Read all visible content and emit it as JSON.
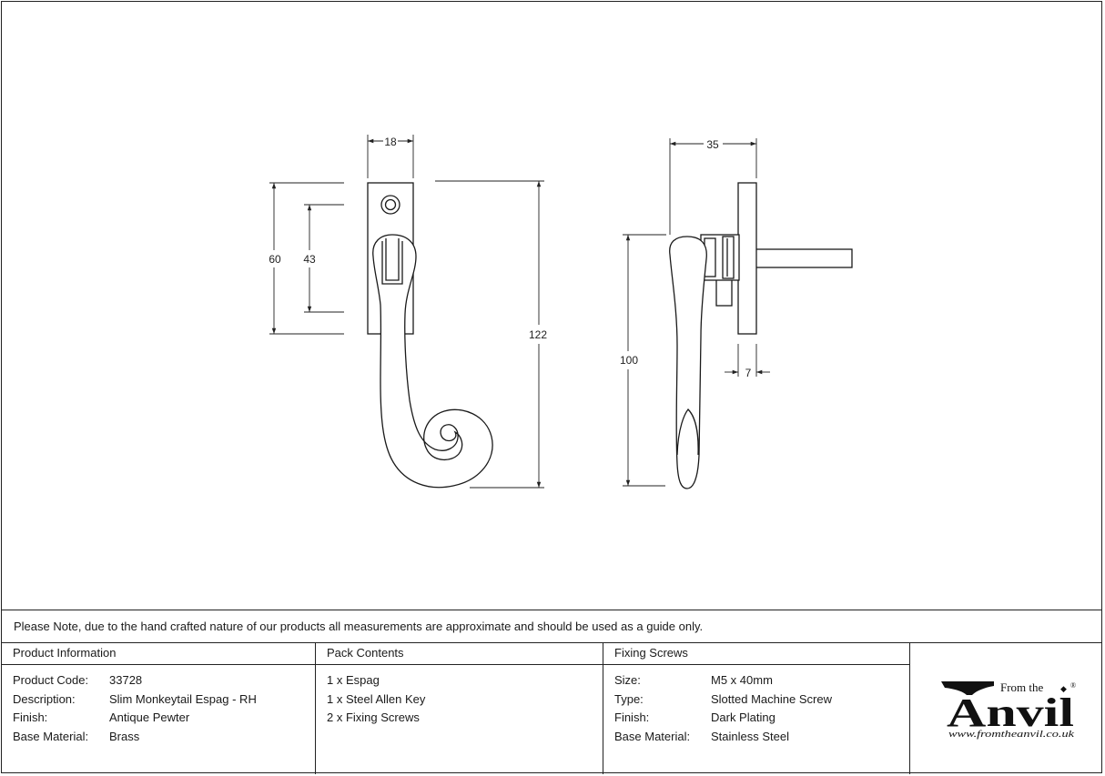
{
  "dimensions": {
    "front_width": "18",
    "front_plate_height": "60",
    "front_screw_spacing": "43",
    "front_total_height": "122",
    "side_depth": "35",
    "side_height": "100",
    "side_spindle_offset": "7"
  },
  "note": "Please Note, due to the hand crafted nature of our products all measurements are approximate and should be used as a guide only.",
  "product_info": {
    "heading": "Product Information",
    "rows": [
      {
        "label": "Product Code:",
        "value": "33728"
      },
      {
        "label": "Description:",
        "value": "Slim Monkeytail Espag - RH"
      },
      {
        "label": "Finish:",
        "value": "Antique Pewter"
      },
      {
        "label": "Base Material:",
        "value": "Brass"
      }
    ]
  },
  "pack_contents": {
    "heading": "Pack Contents",
    "items": [
      "1 x Espag",
      "1 x Steel Allen Key",
      "2 x Fixing Screws"
    ]
  },
  "fixing_screws": {
    "heading": "Fixing Screws",
    "rows": [
      {
        "label": "Size:",
        "value": "M5 x 40mm"
      },
      {
        "label": "Type:",
        "value": "Slotted Machine Screw"
      },
      {
        "label": "Finish:",
        "value": "Dark Plating"
      },
      {
        "label": "Base Material:",
        "value": "Stainless Steel"
      }
    ]
  },
  "logo": {
    "from_the": "From the",
    "brand": "Anvil",
    "registered": "®",
    "url": "www.fromtheanvil.co.uk"
  }
}
